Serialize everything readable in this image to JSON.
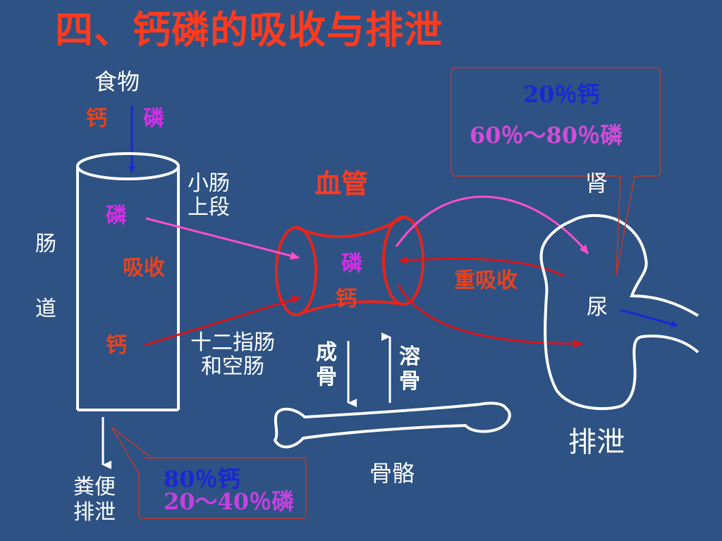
{
  "title": "四、钙磷的吸收与排泄",
  "food": {
    "label": "食物",
    "calcium": "钙",
    "phosphorus": "磷"
  },
  "intestine": {
    "label_line1": "肠",
    "label_line2": "道",
    "phosphorus": "磷",
    "absorb": "吸收",
    "calcium": "钙"
  },
  "segments": {
    "upper_small_line1": "小肠",
    "upper_small_line2": "上段",
    "duodenum_line1": "十二指肠",
    "duodenum_line2": "和空肠"
  },
  "vessel": {
    "label": "血管",
    "phosphorus": "磷",
    "calcium": "钙"
  },
  "bone": {
    "form_line1": "成",
    "form_line2": "骨",
    "dissolve_line1": "溶",
    "dissolve_line2": "骨",
    "label": "骨骼"
  },
  "kidney": {
    "label": "肾",
    "reabsorb": "重吸收",
    "urine": "尿",
    "excrete": "排泄",
    "callout_calcium": "20％钙",
    "callout_phosphorus": "60％～80％磷"
  },
  "feces": {
    "label_line1": "粪便",
    "label_line2": "排泄",
    "callout_calcium": "80％钙",
    "callout_phosphorus": "20～40％磷"
  },
  "colors": {
    "background": "#2d5283",
    "title": "#ff3b1f",
    "calcium": "#e8421f",
    "phosphorus": "#d62ee8",
    "blue": "#1a27d6",
    "arrow_pink": "#ff4fc8",
    "arrow_red": "#d8161c"
  }
}
